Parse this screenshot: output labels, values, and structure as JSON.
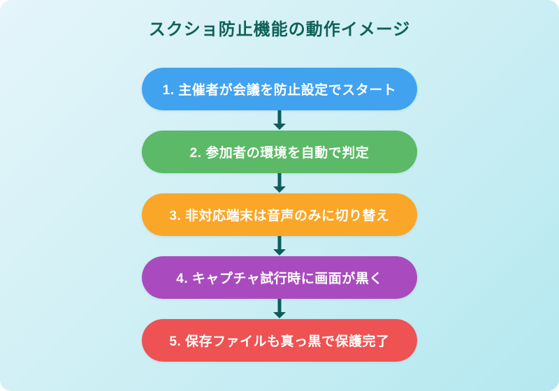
{
  "title": "スクショ防止機能の動作イメージ",
  "colors": {
    "background_gradient_start": "#e4f5fa",
    "background_gradient_end": "#b4e8f0",
    "title_text": "#0f6158",
    "arrow": "#0e5d5c",
    "step_text": "#ffffff"
  },
  "flow": {
    "arrow_icon": "down-arrow",
    "steps": [
      {
        "label": "1. 主催者が会議を防止設定でスタート",
        "color": "#41a2f0"
      },
      {
        "label": "2. 参加者の環境を自動で判定",
        "color": "#5bb967"
      },
      {
        "label": "3. 非対応端末は音声のみに切り替え",
        "color": "#faa628"
      },
      {
        "label": "4. キャプチャ試行時に画面が黒く",
        "color": "#a94bbe"
      },
      {
        "label": "5. 保存ファイルも真っ黒で保護完了",
        "color": "#ee5253"
      }
    ]
  }
}
